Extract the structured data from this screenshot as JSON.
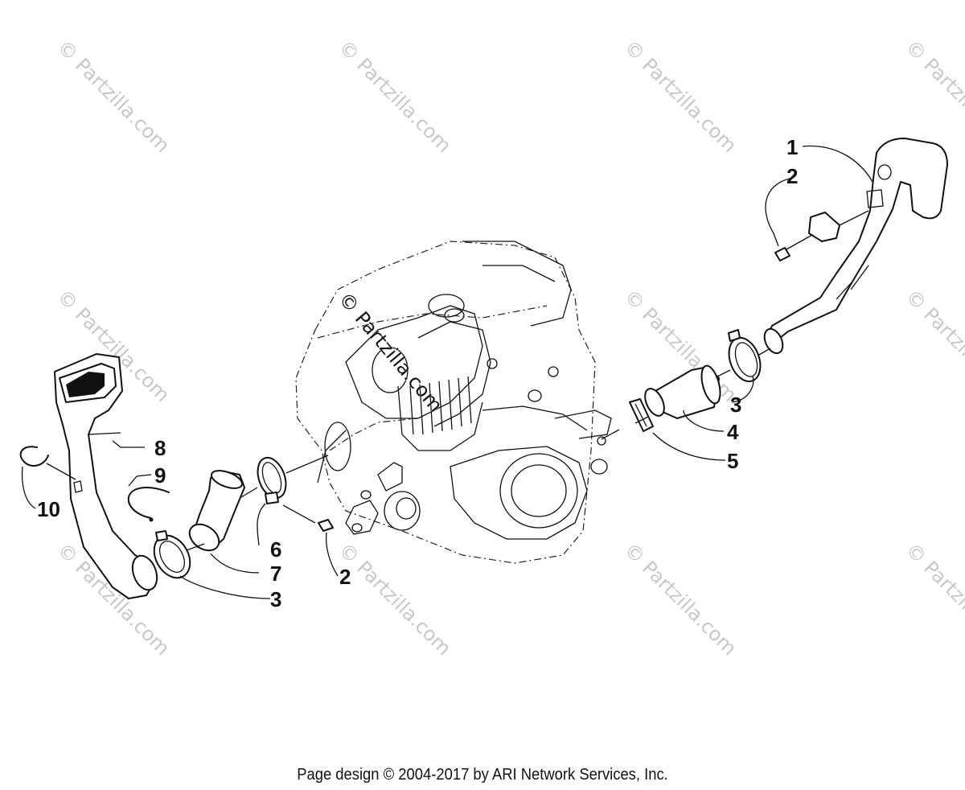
{
  "watermark": {
    "text": "© Partzilla.com",
    "big_text": "© Partzilla.com"
  },
  "callouts": [
    {
      "label": "1"
    },
    {
      "label": "2"
    },
    {
      "label": "3"
    },
    {
      "label": "4"
    },
    {
      "label": "5"
    },
    {
      "label": "8"
    },
    {
      "label": "9"
    },
    {
      "label": "10"
    },
    {
      "label": "6"
    },
    {
      "label": "7"
    },
    {
      "label": "3"
    },
    {
      "label": "2"
    }
  ],
  "footer": {
    "text": "Page design © 2004-2017 by ARI Network Services, Inc."
  },
  "colors": {
    "line": "#111111",
    "watermark": "#c8c8c8",
    "background": "#ffffff"
  }
}
